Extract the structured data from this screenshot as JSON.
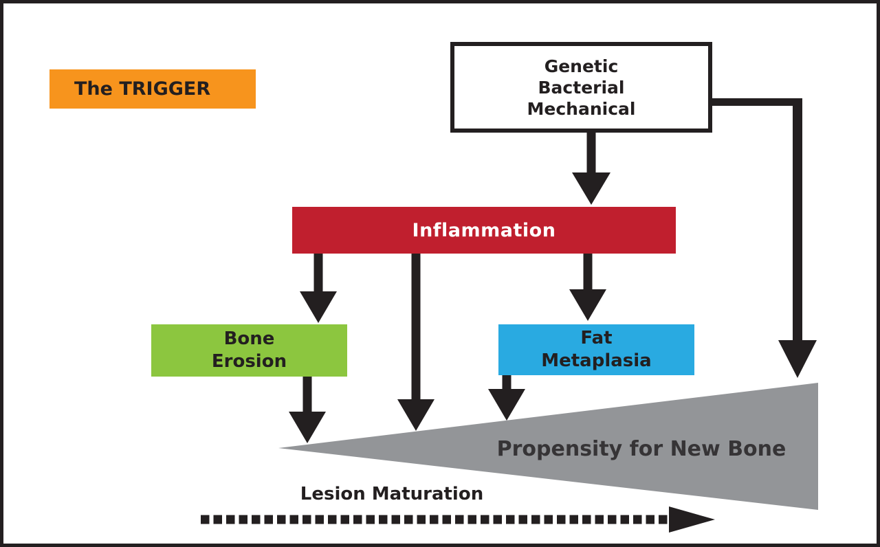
{
  "figure": {
    "trigger": {
      "label": "The TRIGGER"
    },
    "causes_box": {
      "line1": "Genetic",
      "line2": "Bacterial",
      "line3": "Mechanical"
    },
    "inflammation": {
      "label": "Inflammation"
    },
    "bone_erosion": {
      "line1": "Bone",
      "line2": "Erosion"
    },
    "fat_metaplasia": {
      "line1": "Fat",
      "line2": "Metaplasia"
    },
    "propensity": {
      "label": "Propensity for New Bone"
    },
    "lesion_axis": {
      "label": "Lesion Maturation"
    },
    "colors": {
      "trigger_bg": "#F7941D",
      "inflammation_bg": "#C01F2E",
      "bone_erosion_bg": "#8CC63F",
      "fat_metaplasia_bg": "#29AAE1",
      "triangle_fill": "#939598",
      "arrow_color": "#231F20",
      "border_color": "#231F20"
    },
    "edges": [
      {
        "from": "causes_box",
        "to": "inflammation",
        "style": "solid-arrow"
      },
      {
        "from": "causes_box",
        "to": "propensity_triangle",
        "style": "solid-arrow",
        "route": "right-elbow"
      },
      {
        "from": "inflammation",
        "to": "bone_erosion",
        "style": "solid-arrow"
      },
      {
        "from": "inflammation",
        "to": "propensity_triangle",
        "style": "solid-arrow"
      },
      {
        "from": "inflammation",
        "to": "fat_metaplasia",
        "style": "solid-arrow"
      },
      {
        "from": "bone_erosion",
        "to": "propensity_triangle",
        "style": "solid-arrow"
      },
      {
        "from": "fat_metaplasia",
        "to": "propensity_triangle",
        "style": "solid-arrow"
      },
      {
        "from": "lesion_axis",
        "to": "right",
        "style": "dashed-arrow"
      }
    ]
  }
}
